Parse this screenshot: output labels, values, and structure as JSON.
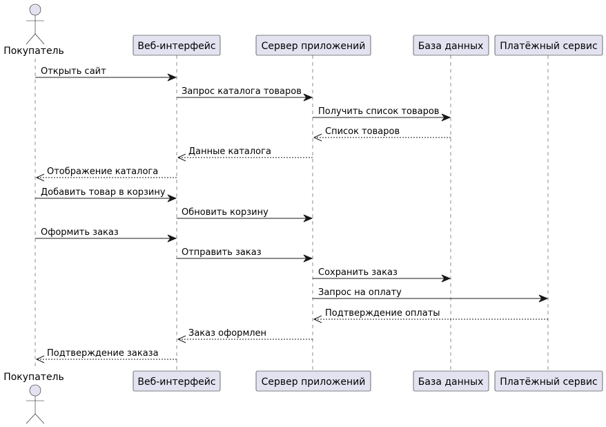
{
  "diagram": {
    "participants": [
      {
        "id": "buyer",
        "label": "Покупатель",
        "kind": "actor"
      },
      {
        "id": "web",
        "label": "Веб-интерфейс",
        "kind": "participant"
      },
      {
        "id": "app",
        "label": "Сервер приложений",
        "kind": "participant"
      },
      {
        "id": "db",
        "label": "База данных",
        "kind": "participant"
      },
      {
        "id": "pay",
        "label": "Платёжный сервис",
        "kind": "participant"
      }
    ],
    "messages": [
      {
        "from": "buyer",
        "to": "web",
        "text": "Открыть сайт",
        "style": "sync"
      },
      {
        "from": "web",
        "to": "app",
        "text": "Запрос каталога товаров",
        "style": "sync"
      },
      {
        "from": "app",
        "to": "db",
        "text": "Получить список товаров",
        "style": "sync"
      },
      {
        "from": "db",
        "to": "app",
        "text": "Список товаров",
        "style": "reply"
      },
      {
        "from": "app",
        "to": "web",
        "text": "Данные каталога",
        "style": "reply"
      },
      {
        "from": "web",
        "to": "buyer",
        "text": "Отображение каталога",
        "style": "reply"
      },
      {
        "from": "buyer",
        "to": "web",
        "text": "Добавить товар в корзину",
        "style": "sync"
      },
      {
        "from": "web",
        "to": "app",
        "text": "Обновить корзину",
        "style": "sync"
      },
      {
        "from": "buyer",
        "to": "web",
        "text": "Оформить заказ",
        "style": "sync"
      },
      {
        "from": "web",
        "to": "app",
        "text": "Отправить заказ",
        "style": "sync"
      },
      {
        "from": "app",
        "to": "db",
        "text": "Сохранить заказ",
        "style": "sync"
      },
      {
        "from": "app",
        "to": "pay",
        "text": "Запрос на оплату",
        "style": "sync"
      },
      {
        "from": "pay",
        "to": "app",
        "text": "Подтверждение оплаты",
        "style": "reply"
      },
      {
        "from": "app",
        "to": "web",
        "text": "Заказ оформлен",
        "style": "reply"
      },
      {
        "from": "web",
        "to": "buyer",
        "text": "Подтверждение заказа",
        "style": "reply"
      }
    ],
    "colors": {
      "participant_fill": "#E2E2F0",
      "stroke": "#181818",
      "background": "#FFFFFF"
    }
  }
}
